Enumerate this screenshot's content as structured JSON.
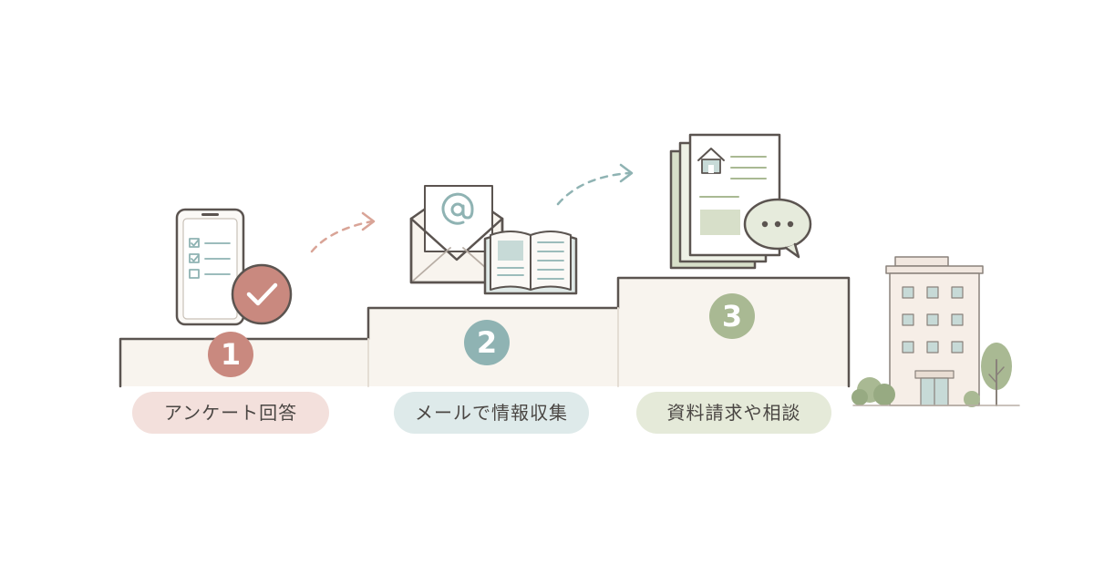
{
  "steps": [
    {
      "number": "1",
      "label": "アンケート回答",
      "color": "#c9897f",
      "pill_bg": "#f3e0dc"
    },
    {
      "number": "2",
      "label": "メールで情報収集",
      "color": "#8fb3b3",
      "pill_bg": "#deeaea"
    },
    {
      "number": "3",
      "label": "資料請求や相談",
      "color": "#a9b993",
      "pill_bg": "#e5ead9"
    }
  ],
  "colors": {
    "line": "#5b5450",
    "step_fill": "#f8f4ee",
    "arrow_1": "#d9a497",
    "arrow_2": "#8fb3b3"
  },
  "icons": {
    "step_1": [
      "smartphone-icon",
      "checklist-icon",
      "check-badge-icon"
    ],
    "step_2": [
      "envelope-icon",
      "at-sign-icon",
      "open-book-icon"
    ],
    "step_3": [
      "document-stack-icon",
      "house-icon",
      "speech-bubble-icon"
    ],
    "goal": [
      "building-icon",
      "tree-icon",
      "bush-icon"
    ]
  }
}
